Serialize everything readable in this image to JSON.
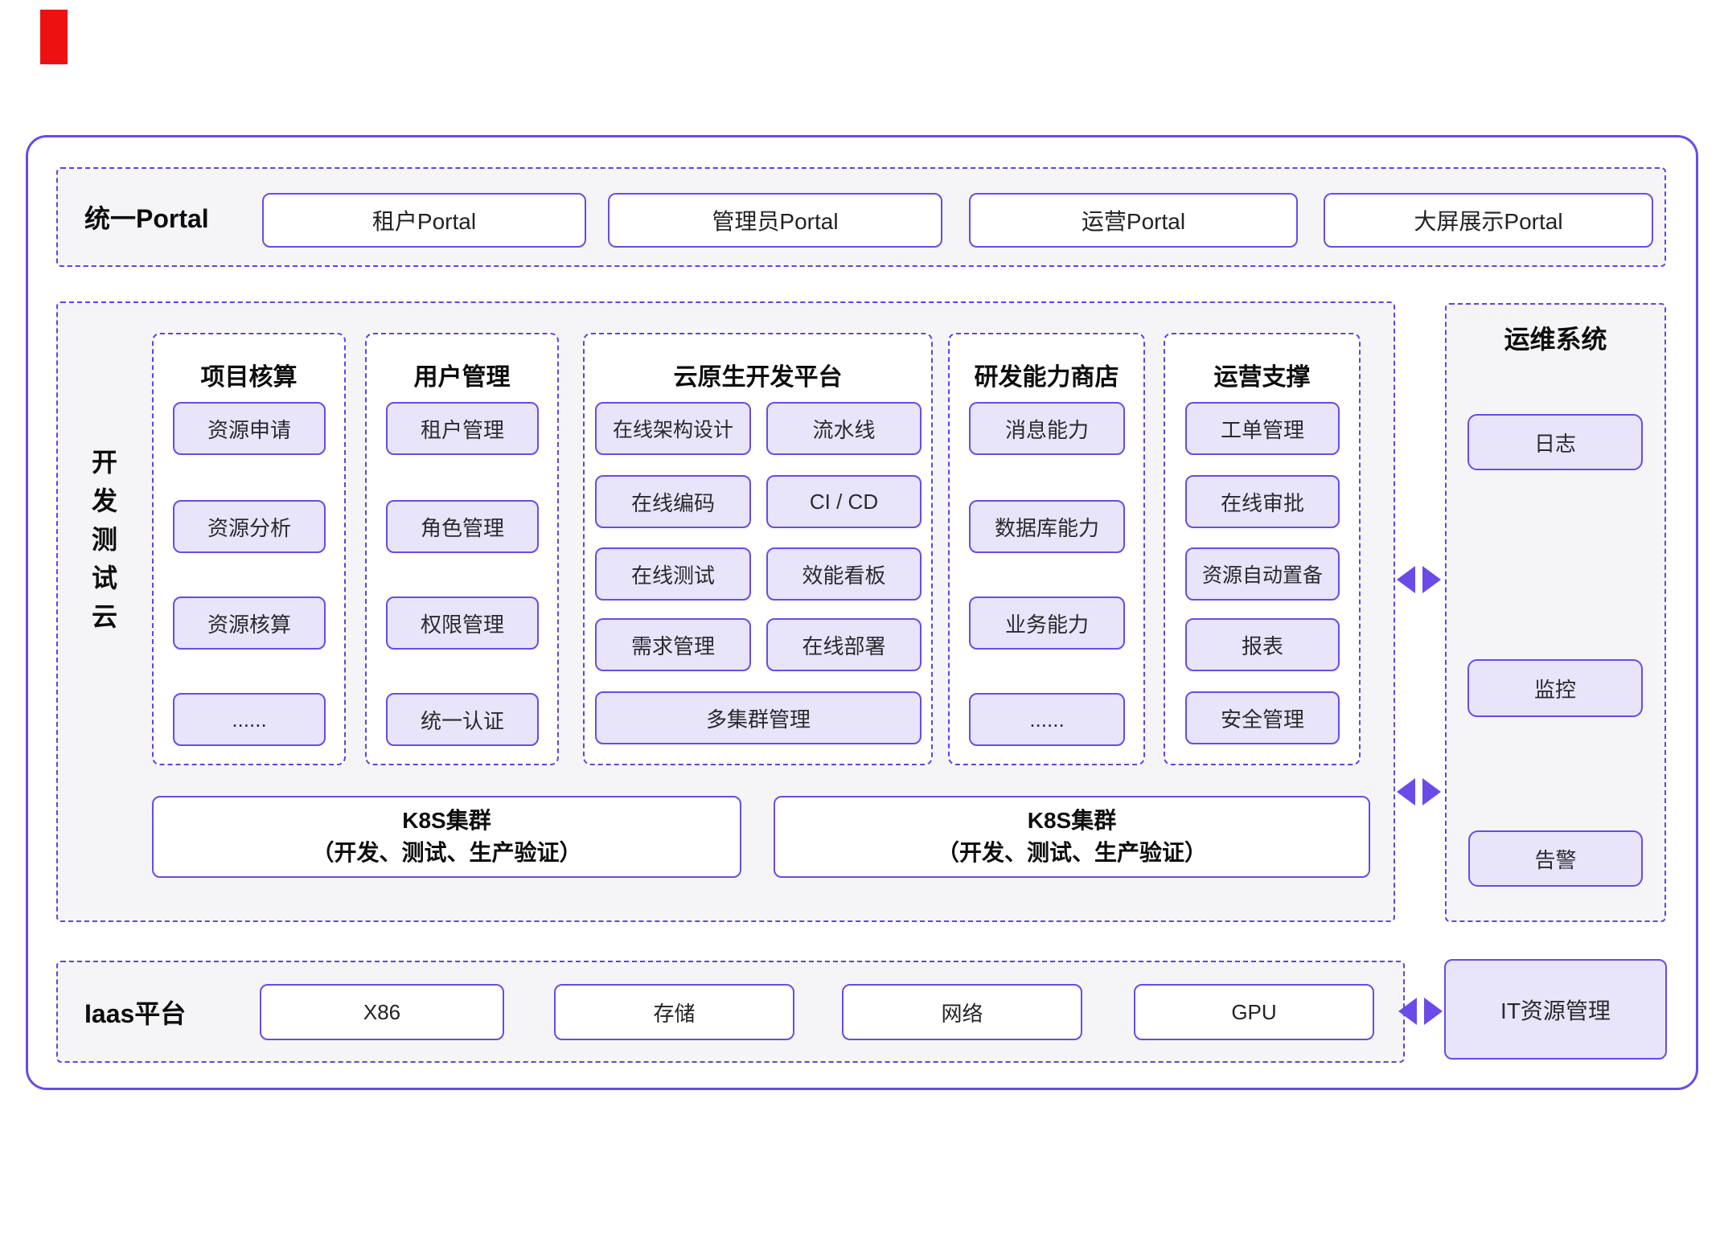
{
  "colors": {
    "accent_purple": "#6a4be8",
    "dashed_purple": "#5c46e0",
    "lavender_fill": "#e8e4f9",
    "section_bg": "#f5f5f8",
    "red_marker": "#ee1111",
    "text": "#1a1a1a"
  },
  "portal": {
    "title": "统一Portal",
    "items": [
      "租户Portal",
      "管理员Portal",
      "运营Portal",
      "大屏展示Portal"
    ]
  },
  "dev_cloud": {
    "vertical_label": "开发测试云"
  },
  "columns": [
    {
      "title": "项目核算",
      "boxes": [
        "资源申请",
        "资源分析",
        "资源核算",
        "......"
      ]
    },
    {
      "title": "用户管理",
      "boxes": [
        "租户管理",
        "角色管理",
        "权限管理",
        "统一认证"
      ]
    },
    {
      "title": "云原生开发平台",
      "rows": [
        [
          "在线架构设计",
          "流水线"
        ],
        [
          "在线编码",
          "CI / CD"
        ],
        [
          "在线测试",
          "效能看板"
        ],
        [
          "需求管理",
          "在线部署"
        ]
      ],
      "full_row": "多集群管理"
    },
    {
      "title": "研发能力商店",
      "boxes": [
        "消息能力",
        "数据库能力",
        "业务能力",
        "......"
      ]
    },
    {
      "title": "运营支撑",
      "boxes": [
        "工单管理",
        "在线审批",
        "资源自动置备",
        "报表",
        "安全管理"
      ]
    }
  ],
  "k8s": {
    "left": {
      "line1": "K8S集群",
      "line2": "（开发、测试、生产验证）"
    },
    "right": {
      "line1": "K8S集群",
      "line2": "（开发、测试、生产验证）"
    }
  },
  "ops": {
    "title": "运维系统",
    "boxes": [
      "日志",
      "监控",
      "告警"
    ]
  },
  "iaas": {
    "title": "Iaas平台",
    "items": [
      "X86",
      "存储",
      "网络",
      "GPU"
    ],
    "it_box": "IT资源管理"
  }
}
